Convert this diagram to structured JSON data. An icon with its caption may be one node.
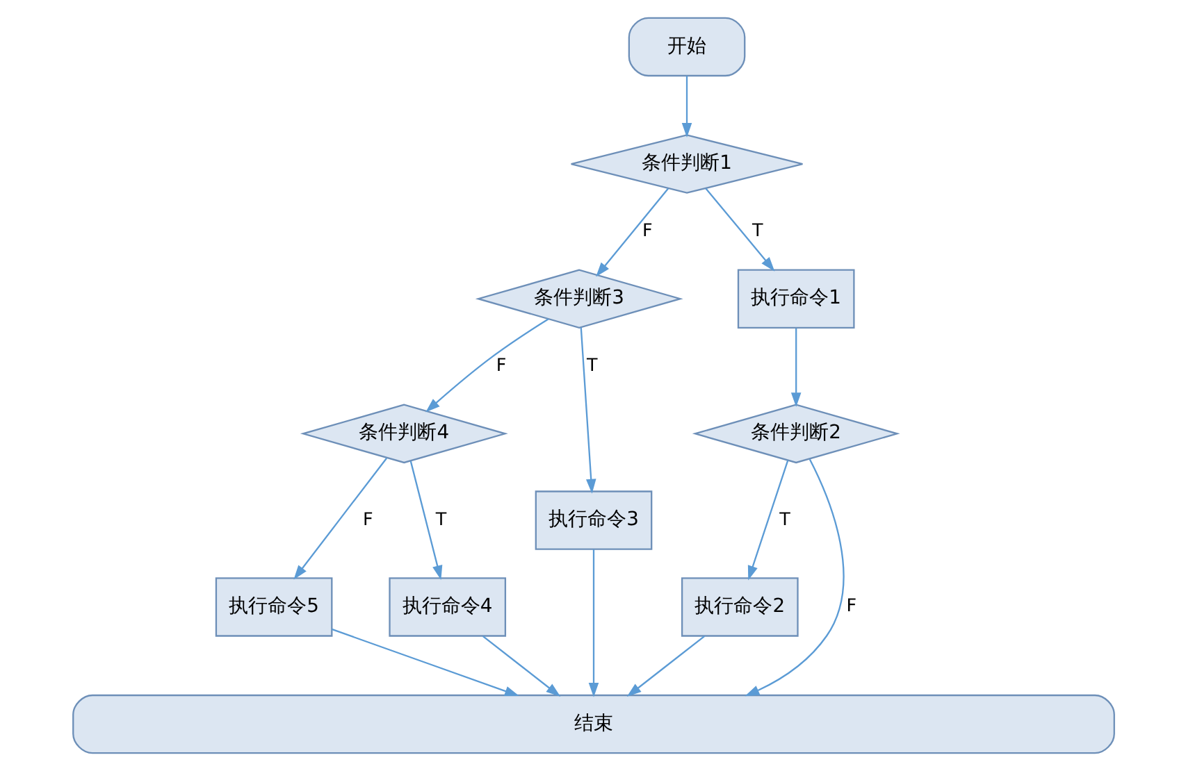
{
  "diagram": {
    "nodes": [
      {
        "text": [
          "开始"
        ]
      },
      {
        "text": [
          "条件判断1"
        ]
      },
      {
        "text": [
          "条件判断3"
        ]
      },
      {
        "text": [
          "执行命令1"
        ]
      },
      {
        "text": [
          "条件判断4"
        ]
      },
      {
        "text": [
          "执行命令3"
        ]
      },
      {
        "text": [
          "条件判断2"
        ]
      },
      {
        "text": [
          "执行命令5"
        ]
      },
      {
        "text": [
          "执行命令4"
        ]
      },
      {
        "text": [
          "执行命令2"
        ]
      },
      {
        "text": [
          "结束"
        ]
      }
    ],
    "edges": [
      {
        "from": 0,
        "to": 1,
        "arrow": "to"
      },
      {
        "from": 1,
        "to": 2,
        "arrow": "to",
        "label": "F"
      },
      {
        "from": 1,
        "to": 3,
        "arrow": "to",
        "label": "T"
      },
      {
        "from": 2,
        "to": 4,
        "arrow": "to",
        "label": "F"
      },
      {
        "from": 2,
        "to": 5,
        "arrow": "to",
        "label": "T"
      },
      {
        "from": 3,
        "to": 6,
        "arrow": "to"
      },
      {
        "from": 4,
        "to": 7,
        "arrow": "to",
        "label": "F"
      },
      {
        "from": 4,
        "to": 8,
        "arrow": "to",
        "label": "T"
      },
      {
        "from": 6,
        "to": 10,
        "arrow": "to",
        "label": "F"
      },
      {
        "from": 6,
        "to": 9,
        "arrow": "to",
        "label": "T"
      },
      {
        "from": 7,
        "to": 10,
        "arrow": "to"
      },
      {
        "from": 8,
        "to": 10,
        "arrow": "to"
      },
      {
        "from": 5,
        "to": 10,
        "arrow": "to"
      },
      {
        "from": 9,
        "to": 10,
        "arrow": "to"
      }
    ]
  }
}
